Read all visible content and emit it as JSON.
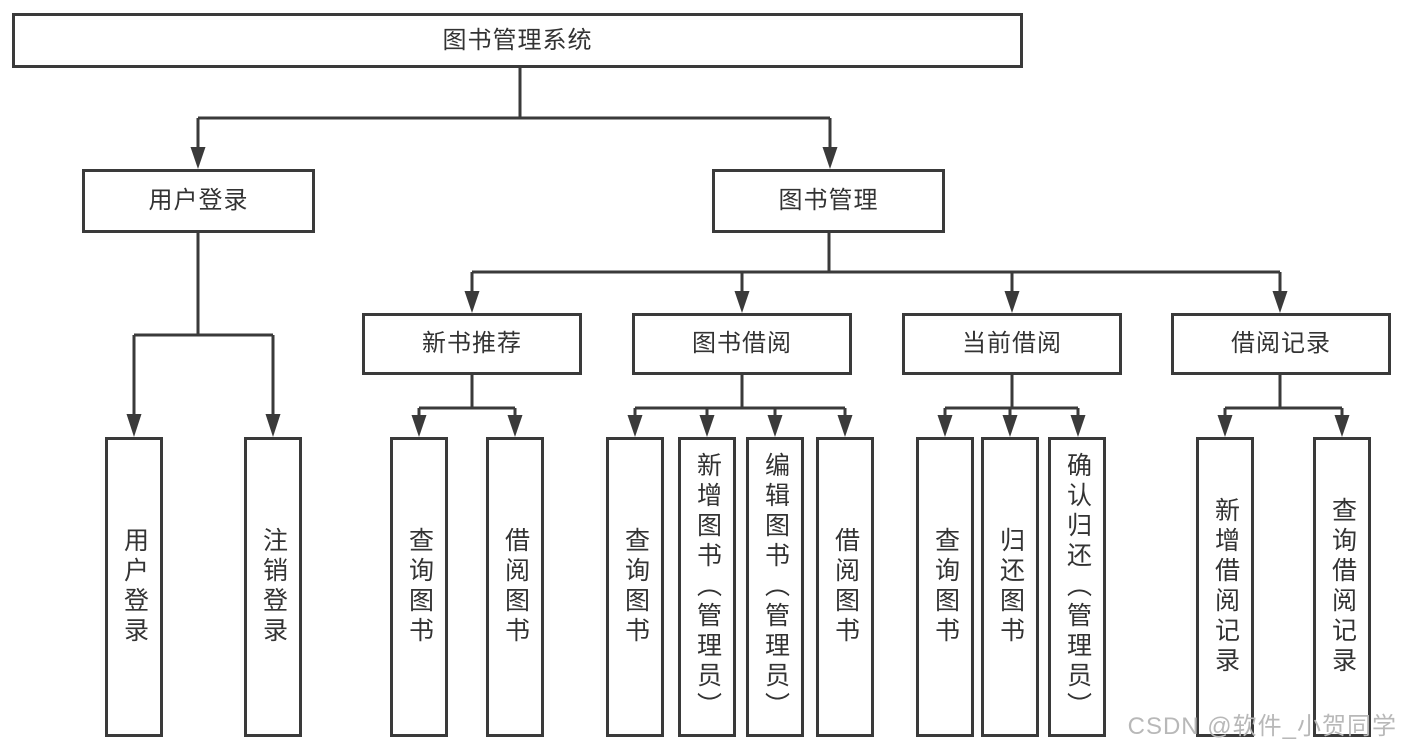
{
  "diagram": {
    "root": {
      "label": "图书管理系统"
    },
    "branches": [
      {
        "label": "用户登录",
        "children": [
          {
            "label": "用户登录"
          },
          {
            "label": "注销登录"
          }
        ]
      },
      {
        "label": "图书管理",
        "children": [
          {
            "label": "新书推荐",
            "children": [
              {
                "label": "查询图书"
              },
              {
                "label": "借阅图书"
              }
            ]
          },
          {
            "label": "图书借阅",
            "children": [
              {
                "label": "查询图书"
              },
              {
                "label": "新增图书（管理员）"
              },
              {
                "label": "编辑图书（管理员）"
              },
              {
                "label": "借阅图书"
              }
            ]
          },
          {
            "label": "当前借阅",
            "children": [
              {
                "label": "查询图书"
              },
              {
                "label": "归还图书"
              },
              {
                "label": "确认归还（管理员）"
              }
            ]
          },
          {
            "label": "借阅记录",
            "children": [
              {
                "label": "新增借阅记录"
              },
              {
                "label": "查询借阅记录"
              }
            ]
          }
        ]
      }
    ],
    "colors": {
      "line": "#3a3a3a",
      "box_border": "#3a3a3a",
      "text": "#333333",
      "background": "#ffffff",
      "watermark": "#b8b8b8"
    }
  },
  "watermark": {
    "text": "CSDN @软件_小贺同学"
  }
}
